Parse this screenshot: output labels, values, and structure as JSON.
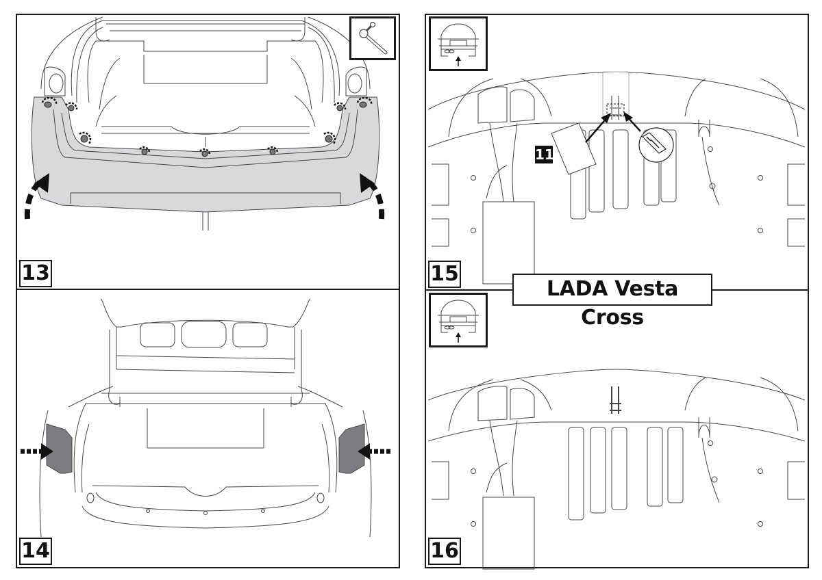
{
  "document": {
    "title": "LADA Vesta Cross",
    "colors": {
      "line": "#444444",
      "frame": "#1a1a1a",
      "bumper_highlight": "#d9d9db",
      "bumper_side_highlight": "#7b7d82",
      "arrow": "#111111"
    }
  },
  "steps": [
    {
      "number": "13",
      "view": "rear-bumper-removal",
      "tool_icon": "ratchet-wrench-icon",
      "description_icons": [
        "rotate-arrow-icon",
        "lift-arrow-icon"
      ]
    },
    {
      "number": "14",
      "view": "side-bumper-clips",
      "description_icons": [
        "push-arrow-icon"
      ]
    },
    {
      "number": "15",
      "view": "underbody-cutout",
      "inset_icon": "car-rear-view-icon",
      "part_tag": "11",
      "tool_icon": "utility-knife-icon"
    },
    {
      "number": "16",
      "view": "underbody-installed",
      "inset_icon": "car-rear-view-icon"
    }
  ]
}
